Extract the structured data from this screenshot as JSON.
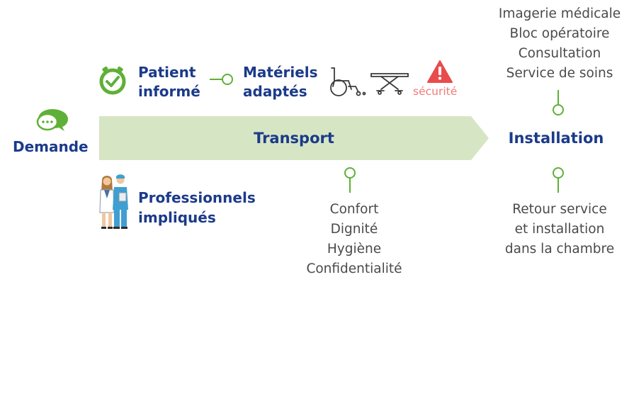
{
  "nodes": {
    "demande": "Demande",
    "transport": "Transport",
    "installation": "Installation",
    "patient": [
      "Patient",
      "informé"
    ],
    "materiels": [
      "Matériels",
      "adaptés"
    ],
    "securite": "sécurité",
    "professionnels": [
      "Professionnels",
      "impliqués"
    ]
  },
  "installation_services": [
    "Imagerie médicale",
    "Bloc opératoire",
    "Consultation",
    "Service de soins"
  ],
  "transport_qualities": [
    "Confort",
    "Dignité",
    "Hygiène",
    "Confidentialité"
  ],
  "retour": [
    "Retour service",
    "et installation",
    "dans la chambre"
  ],
  "colors": {
    "accent_green": "#5fb037",
    "arrow_fill": "#d6e6c4",
    "title_blue": "#1b3a8a",
    "warning_red": "#e84c4c",
    "security_text": "#f07a7a",
    "list_gray": "#4a4a4a"
  },
  "icons": {
    "demande": "chat-bubbles-icon",
    "patient": "clock-check-icon",
    "materiels": [
      "wheelchair-icon",
      "stretcher-icon"
    ],
    "securite": "warning-icon",
    "professionnels": "medical-staff-icon"
  }
}
